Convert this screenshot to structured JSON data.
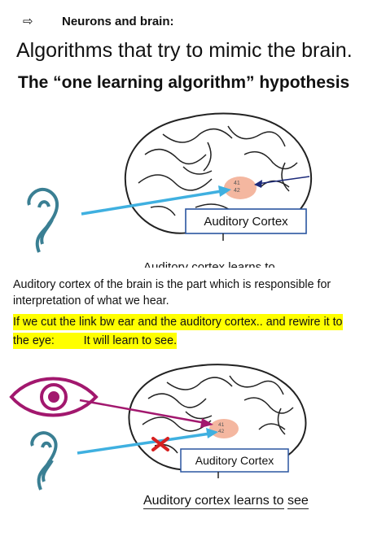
{
  "header": {
    "bullet_icon": "arrow-outline-icon",
    "topic": "Neurons and brain:",
    "headline": "Algorithms that try to mimic the brain.",
    "hypothesis": "The “one learning algorithm” hypothesis"
  },
  "figure1": {
    "region_label": "Auditory Cortex",
    "area_41": "41",
    "area_42": "42",
    "caption_cut": "Auditory cortex learns to"
  },
  "body": {
    "paragraph": "Auditory cortex of the brain is the part which is responsible for interpretation of what we hear.",
    "highlight_line1": "If we cut the link bw ear and the auditory cortex.. and rewire it to",
    "highlight_line2": "the eye:         It will learn to see."
  },
  "figure2": {
    "region_label": "Auditory Cortex",
    "area_41": "41",
    "area_42": "42",
    "caption_part1": "Auditory cortex learns to",
    "caption_part2": "see"
  },
  "colors": {
    "ear": "#3a7f93",
    "eye": "#a2186e",
    "signal_arrow": "#3fb0e0",
    "nerve_arrow": "#1c2a7a",
    "cut_mark": "#d62020",
    "cortex": "#f4b7a0",
    "highlight": "#ffff00"
  }
}
